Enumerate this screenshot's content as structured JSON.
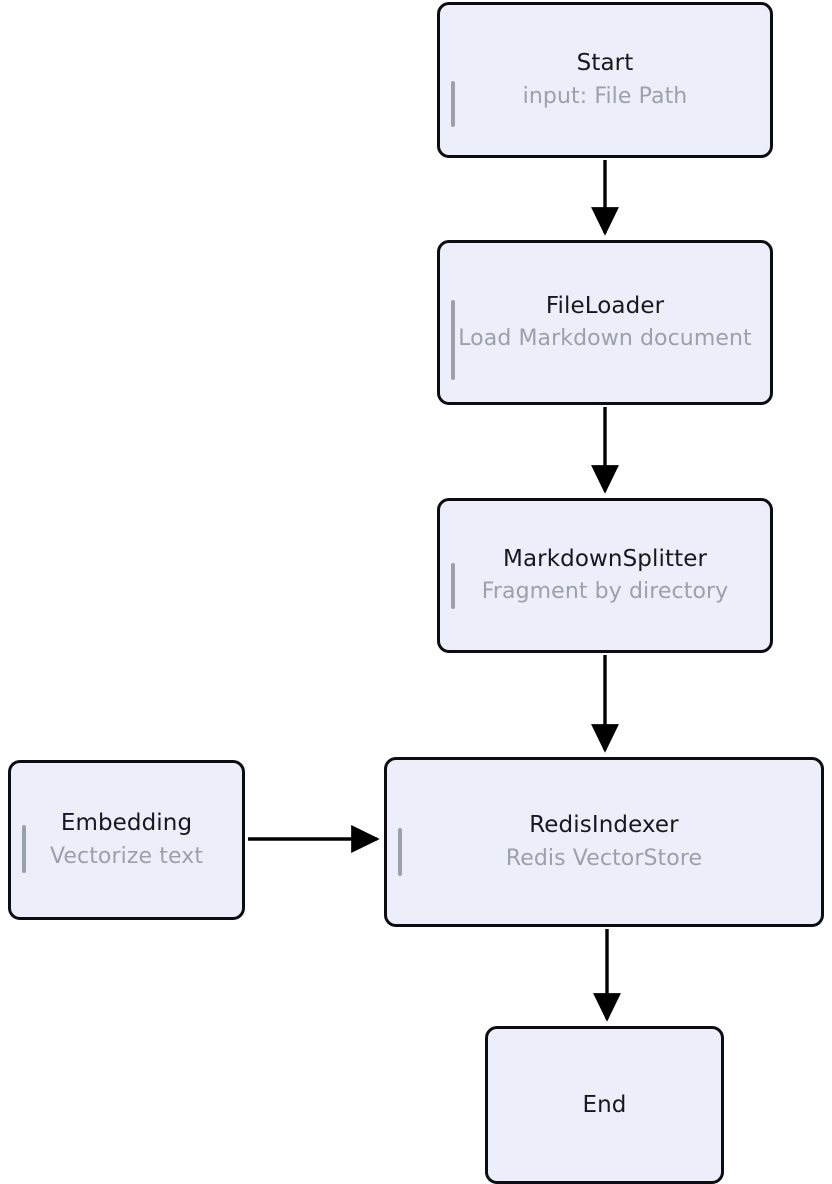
{
  "diagram": {
    "type": "flowchart",
    "direction": "top-to-bottom",
    "background_color": "#ffffff",
    "node_fill_color": "#eceff9",
    "node_border_color": "#0b0d12",
    "title_text_color": "#16181d",
    "subtitle_text_color": "#9ba1aa",
    "accent_bar_color": "#9ba1aa",
    "edge_color": "#000000",
    "nodes": [
      {
        "id": "start",
        "title": "Start",
        "subtitle": "input: File Path"
      },
      {
        "id": "fileloader",
        "title": "FileLoader",
        "subtitle": "Load Markdown document"
      },
      {
        "id": "splitter",
        "title": "MarkdownSplitter",
        "subtitle": "Fragment by directory"
      },
      {
        "id": "redis",
        "title": "RedisIndexer",
        "subtitle": "Redis VectorStore"
      },
      {
        "id": "embedding",
        "title": "Embedding",
        "subtitle": "Vectorize text"
      },
      {
        "id": "end",
        "title": "End",
        "subtitle": ""
      }
    ],
    "edges": [
      {
        "from": "start",
        "to": "fileloader",
        "orientation": "vertical"
      },
      {
        "from": "fileloader",
        "to": "splitter",
        "orientation": "vertical"
      },
      {
        "from": "splitter",
        "to": "redis",
        "orientation": "vertical"
      },
      {
        "from": "embedding",
        "to": "redis",
        "orientation": "horizontal"
      },
      {
        "from": "redis",
        "to": "end",
        "orientation": "vertical"
      }
    ]
  }
}
